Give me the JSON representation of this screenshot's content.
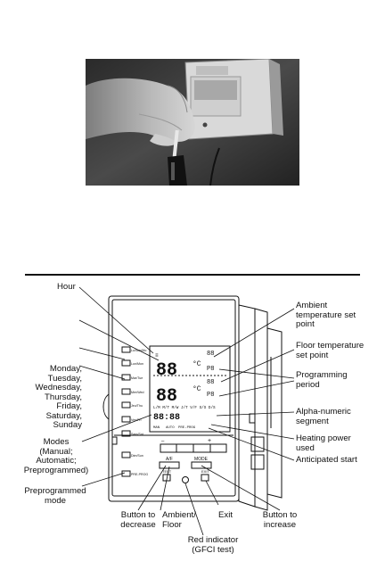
{
  "photo": {
    "description_icons": [
      "hand-icon",
      "screwdriver-icon",
      "thermostat-icon"
    ]
  },
  "diagram": {
    "labels": {
      "hour": "Hour",
      "ambient_setpoint": [
        "Ambient",
        "temperature set",
        "point"
      ],
      "floor_setpoint": [
        "Floor temperature",
        "set point"
      ],
      "programming_period": [
        "Programming",
        "period"
      ],
      "alpha_numeric": [
        "Alpha-numeric",
        "segment"
      ],
      "heating_power": [
        "Heating power",
        "used"
      ],
      "anticipated_start": "Anticipated start",
      "days": [
        "Monday,",
        "Tuesday,",
        "Wednesday,",
        "Thursday,",
        "Friday,",
        "Saturday,",
        "Sunday"
      ],
      "modes": [
        "Modes",
        "(Manual;",
        "Automatic;",
        "Preprogrammed)"
      ],
      "preprogrammed_mode": [
        "Preprogrammed",
        "mode"
      ],
      "button_decrease": [
        "Button to",
        "decrease"
      ],
      "ambient_floor": [
        "Ambient/",
        "Floor"
      ],
      "exit": "Exit",
      "red_indicator": [
        "Red indicator",
        "(GFCI test)"
      ],
      "button_increase": [
        "Button to",
        "increase"
      ]
    },
    "device": {
      "day_buttons": [
        "Lu/Sun/Mo",
        "Lun/Mon",
        "Mar/Tue",
        "Mer/Wed",
        "Jeu/Thu",
        "Ven/Fri",
        "Sam/Sat",
        "Dim/Sun",
        "PRE-PROG"
      ],
      "lcd": {
        "digits_top": "88",
        "digits_bottom": "88",
        "unit": "°C",
        "small_top": "88",
        "p_labels": [
          "P8",
          "P8"
        ],
        "day_row": "L/M M/T M/W J/T V/F S/S D/S",
        "clock": "88:88",
        "mode_row": [
          "MAN",
          "AUTO",
          "PRE-PROG"
        ]
      },
      "buttons": {
        "af": "A/F",
        "mode": "MODE",
        "test": "TEST",
        "exit": "EXIT",
        "minus": "–",
        "plus": "+"
      }
    }
  }
}
